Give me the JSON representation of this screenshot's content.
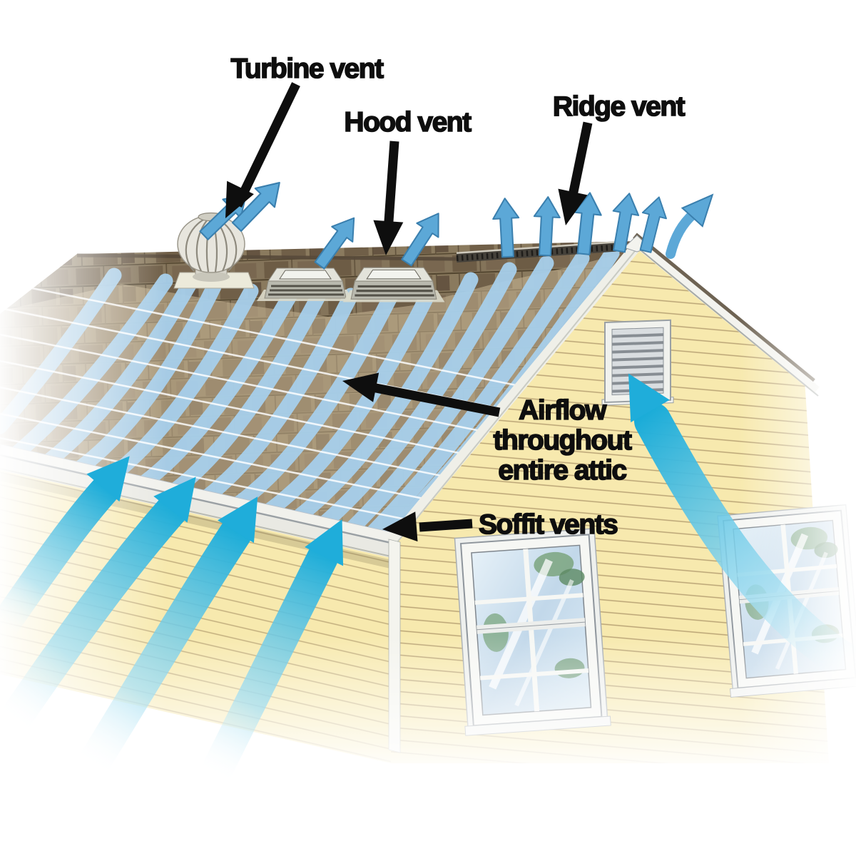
{
  "labels": {
    "turbine_vent": "Turbine vent",
    "hood_vent": "Hood vent",
    "ridge_vent": "Ridge vent",
    "airflow": {
      "line1": "Airflow",
      "line2": "throughout",
      "line3": "entire attic"
    },
    "soffit_vents": "Soffit vents"
  },
  "colors": {
    "label_text": "#0e0e0e",
    "annotation_arrow_black": "#0e0e0e",
    "intake_airflow_cyan": "#1fadda",
    "exhaust_arrow_blue": "#5ca8d7",
    "attic_airflow_light_blue": "#a7cfeb",
    "siding_yellow": "#f7e9ae",
    "roof_shingle_brown": "#8a7a5e",
    "trim_white": "#f2f2ec"
  }
}
